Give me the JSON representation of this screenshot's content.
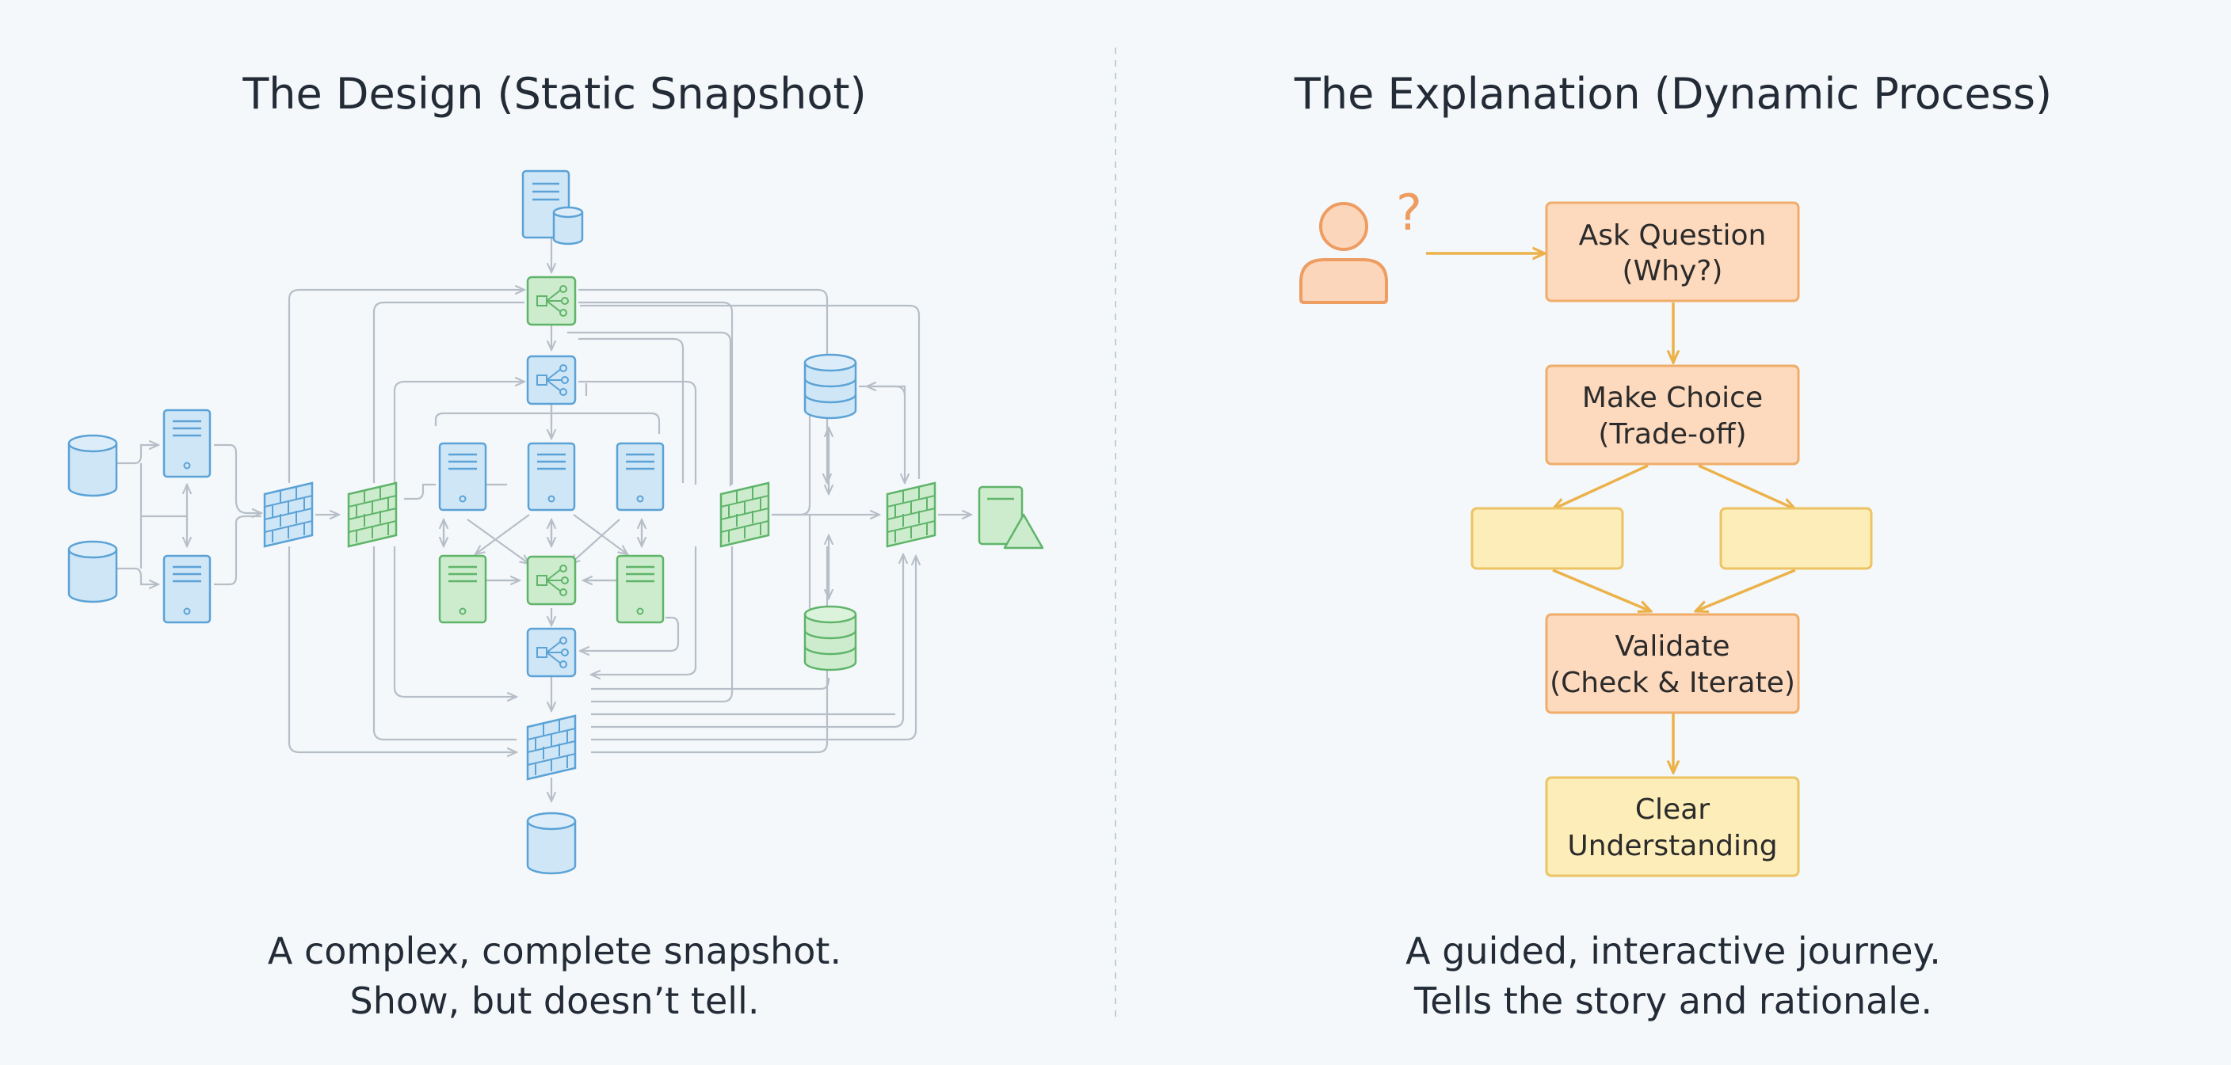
{
  "left": {
    "title": "The Design (Static Snapshot)",
    "caption_line1": "A complex, complete snapshot.",
    "caption_line2": "Show, but doesn’t tell."
  },
  "right": {
    "title": "The Explanation (Dynamic Process)",
    "caption_line1": "A guided, interactive journey.",
    "caption_line2": "Tells the story and rationale.",
    "question_mark": "?",
    "steps": {
      "ask_line1": "Ask Question",
      "ask_line2": "(Why?)",
      "choice_line1": "Make Choice",
      "choice_line2": "(Trade-off)",
      "validate_line1": "Validate",
      "validate_line2": "(Check & Iterate)",
      "clear_line1": "Clear",
      "clear_line2": "Understanding"
    }
  },
  "colors": {
    "blue_fill": "#cfe6f7",
    "blue_stroke": "#5ba2d6",
    "green_fill": "#cdeccd",
    "green_stroke": "#5fb46a",
    "orange_fill": "#fdd9bd",
    "orange_stroke": "#f0ad6a",
    "yellow_fill": "#fdedb8",
    "yellow_stroke": "#ecc463",
    "arrow_gold": "#ecb24a",
    "connector_gray": "#b7bec7",
    "person_orange": "#ee9d62"
  }
}
